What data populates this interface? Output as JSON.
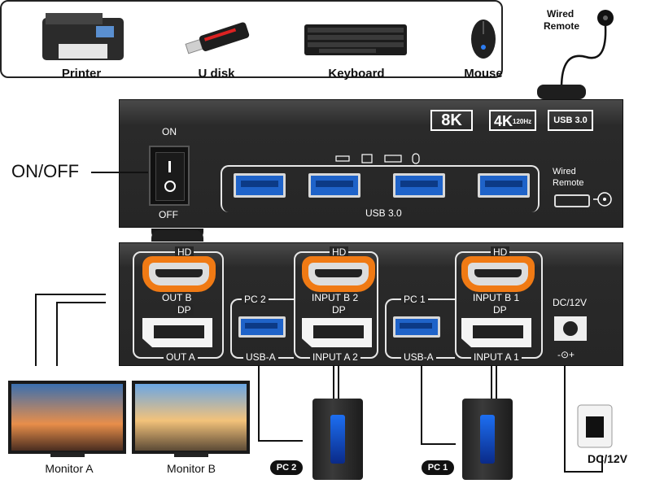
{
  "peripherals": [
    {
      "label": "Printer",
      "icon": "printer-icon"
    },
    {
      "label": "U disk",
      "icon": "usb-drive-icon"
    },
    {
      "label": "Keyboard",
      "icon": "keyboard-icon"
    },
    {
      "label": "Mouse",
      "icon": "mouse-icon"
    }
  ],
  "wired_remote": {
    "label_line1": "Wired",
    "label_line2": "Remote"
  },
  "top_panel": {
    "switch_on": "ON",
    "switch_off": "OFF",
    "switch_callout": "ON/OFF",
    "badge_8k": "8K",
    "badge_4k": "4K",
    "badge_120hz": "120Hz",
    "badge_usb3": "USB 3.0",
    "usb_group_label": "USB  3.0",
    "remote_port_line1": "Wired",
    "remote_port_line2": "Remote"
  },
  "rear_panel": {
    "out_group": {
      "hd": "HD",
      "hdmi_label": "OUT B",
      "dp": "DP",
      "dp_label": "OUT A"
    },
    "pc2_group": {
      "pc": "PC 2",
      "usb": "USB-A",
      "hd": "HD",
      "hdmi_label": "INPUT B 2",
      "dp": "DP",
      "dp_label": "INPUT A 2"
    },
    "pc1_group": {
      "pc": "PC 1",
      "usb": "USB-A",
      "hd": "HD",
      "hdmi_label": "INPUT B 1",
      "dp": "DP",
      "dp_label": "INPUT A 1"
    },
    "power": {
      "label": "DC/12V",
      "polarity": "-⊙+"
    }
  },
  "devices": {
    "monitor_a": "Monitor A",
    "monitor_b": "Monitor B",
    "pc2": "PC 2",
    "pc1": "PC 1",
    "power_adapter": "DC/12V"
  }
}
